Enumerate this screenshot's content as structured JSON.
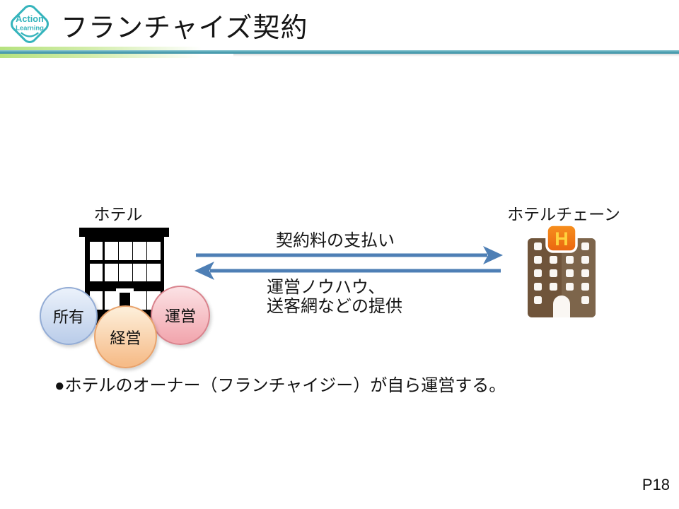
{
  "slide": {
    "title": "フランチャイズ契約",
    "bullet_text": "●ホテルのオーナー（フランチャイジー）が自ら運営する。",
    "page_number": "P18"
  },
  "logo": {
    "line1": "Action",
    "line2": "Learning"
  },
  "diagram": {
    "hotel": {
      "label": "ホテル",
      "roles": [
        {
          "label": "所有",
          "fill_top": "#E9F0FA",
          "fill_bottom": "#BCCEEA",
          "border": "#93ACD5"
        },
        {
          "label": "経営",
          "fill_top": "#FDEDD7",
          "fill_bottom": "#F6BC89",
          "border": "#E8A26B"
        },
        {
          "label": "運営",
          "fill_top": "#FBDFE2",
          "fill_bottom": "#F2A7AF",
          "border": "#D9838D"
        }
      ]
    },
    "hotel_chain": {
      "label": "ホテルチェーン",
      "sign_letter": "H"
    },
    "arrow_to_chain": {
      "label": "契約料の支払い",
      "direction": "right"
    },
    "arrow_to_hotel": {
      "label_line1": "運営ノウハウ、",
      "label_line2": "送客網などの提供",
      "direction": "left"
    },
    "colors": {
      "arrow_blue": "#4E7FB5",
      "divider_teal": "#4C9FB1",
      "divider_green": "#B5E27E",
      "logo_teal": "#35B4BC",
      "hotel_icon_black": "#000000",
      "chain_icon_brown": "#75593C",
      "chain_sign_orange": "#F2791A",
      "chain_sign_letter_yellow": "#FFD23E"
    }
  }
}
